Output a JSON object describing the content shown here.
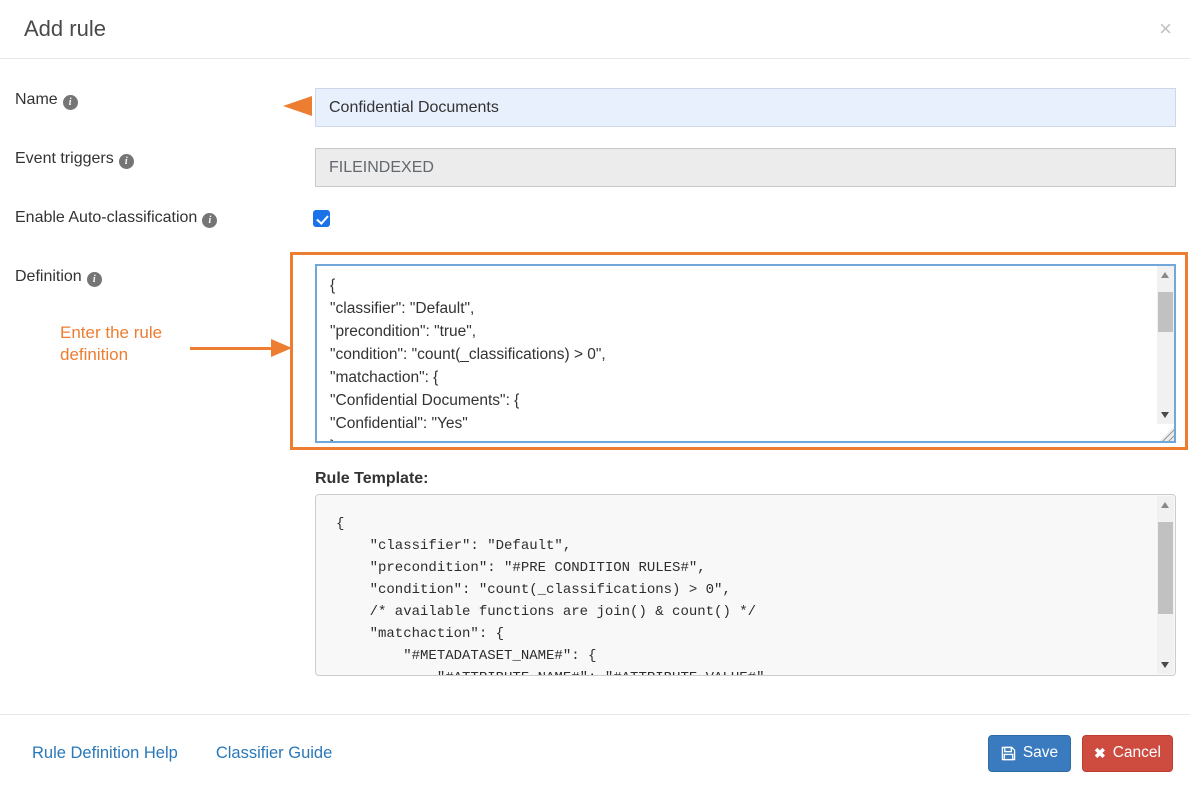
{
  "dialog": {
    "title": "Add rule"
  },
  "icons": {
    "close": "×",
    "info": "i",
    "cancel_x": "✖",
    "save": "floppy-disk",
    "name_arrow": "left-pointing-triangle",
    "definition_arrow": "right-pointing-arrow"
  },
  "colors": {
    "accent_orange": "#ED7D31",
    "primary_blue": "#3A7BBF",
    "danger_red": "#CD4B3F",
    "checkbox_blue": "#1A73E8",
    "name_field_bg": "#E8F0FE",
    "disabled_field_bg": "#ECECEC",
    "link_blue": "#2A78B8",
    "definition_border_blue": "#70A8DC"
  },
  "fields": {
    "name": {
      "label": "Name",
      "value": "Confidential Documents"
    },
    "event_triggers": {
      "label": "Event triggers",
      "value": "FILEINDEXED"
    },
    "auto_classification": {
      "label": "Enable Auto-classification",
      "checked": true
    },
    "definition": {
      "label": "Definition",
      "value": "{\n\"classifier\": \"Default\",\n\"precondition\": \"true\",\n\"condition\": \"count(_classifications) > 0\",\n\"matchaction\": {\n\"Confidential Documents\": {\n\"Confidential\": \"Yes\"\n}"
    }
  },
  "annotation": {
    "text": "Enter the rule\ndefinition"
  },
  "rule_template": {
    "label": "Rule Template:",
    "content": "{\n    \"classifier\": \"Default\",\n    \"precondition\": \"#PRE CONDITION RULES#\",\n    \"condition\": \"count(_classifications) > 0\",\n    /* available functions are join() & count() */\n    \"matchaction\": {\n        \"#METADATASET_NAME#\": {\n            \"#ATTRIBUTE_NAME#\": \"#ATTRIBUTE_VALUE#\""
  },
  "footer": {
    "links": [
      {
        "label": "Rule Definition Help"
      },
      {
        "label": "Classifier Guide"
      }
    ],
    "save_label": "Save",
    "cancel_label": "Cancel"
  }
}
